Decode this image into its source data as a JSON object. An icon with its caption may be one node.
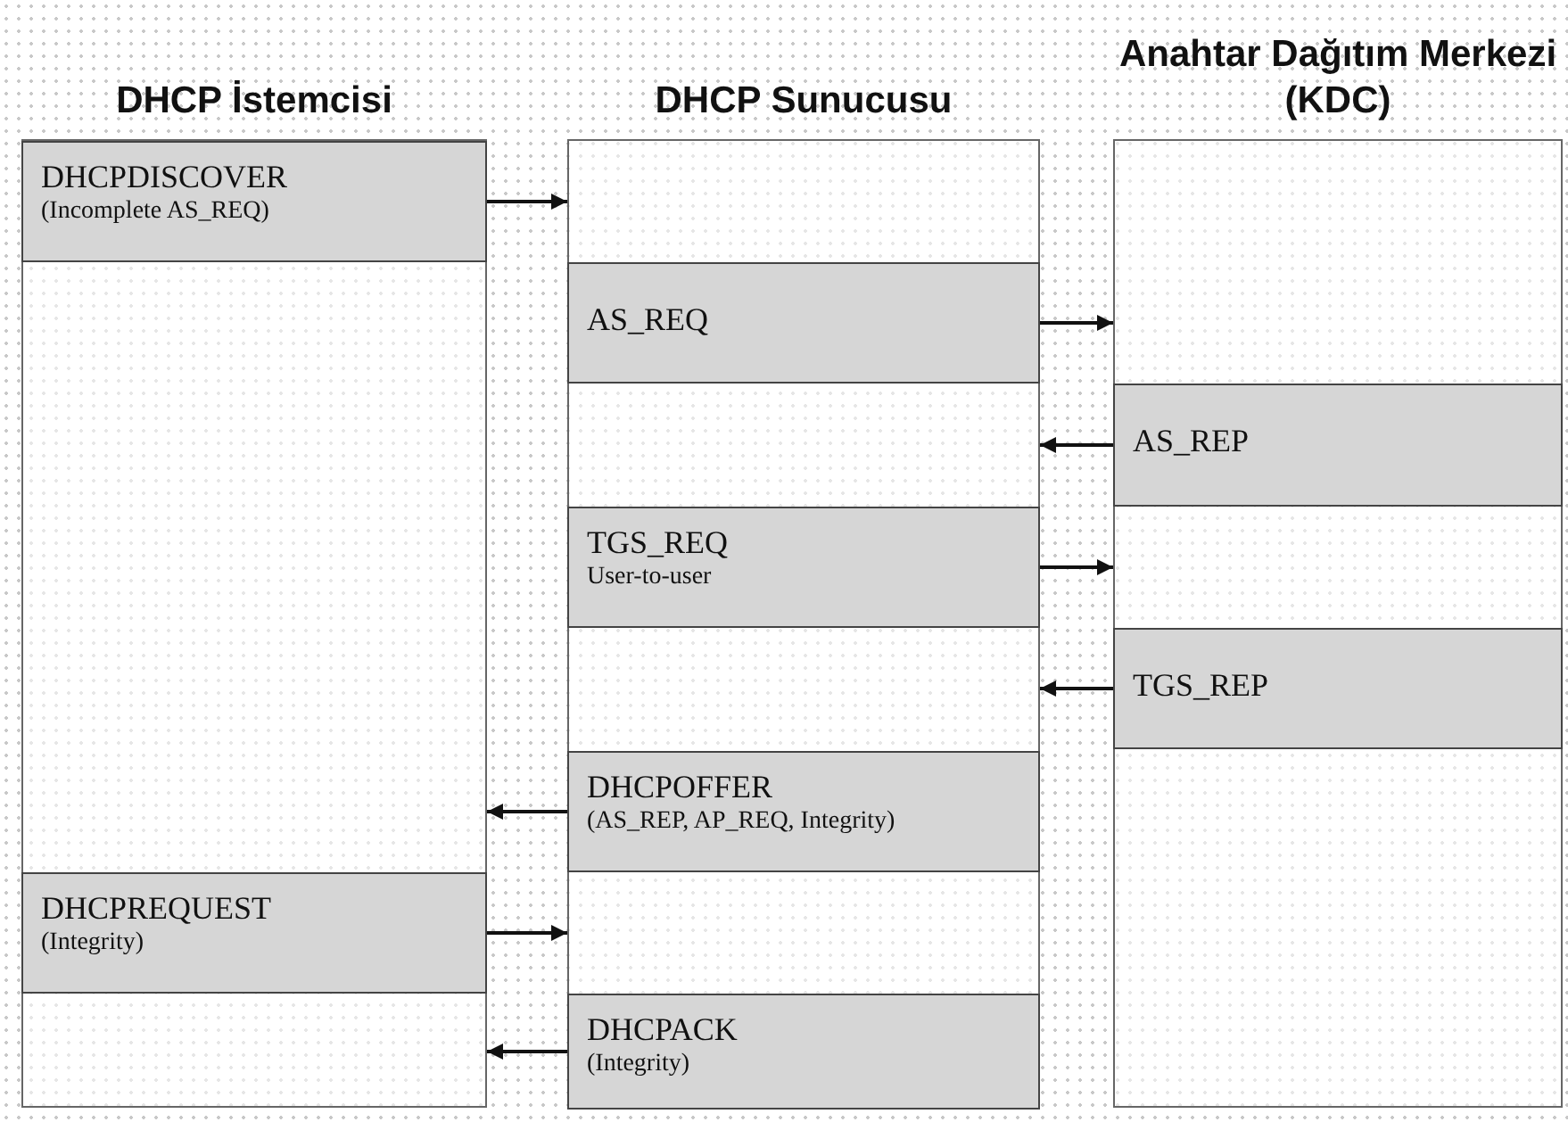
{
  "diagram": {
    "nodes": [
      {
        "text": [
          "DHCP İstemcisi"
        ]
      },
      {
        "text": [
          "DHCP Sunucusu"
        ]
      },
      {
        "text": [
          "Anahtar Dağıtım Merkezi (KDC)"
        ]
      },
      {
        "text": [
          "DHCPDISCOVER",
          "(Incomplete AS_REQ)"
        ],
        "in": 0
      },
      {
        "text": [
          "AS_REQ"
        ],
        "in": 1
      },
      {
        "text": [
          "AS_REP"
        ],
        "in": 2
      },
      {
        "text": [
          "TGS_REQ",
          "User-to-user"
        ],
        "in": 1
      },
      {
        "text": [
          "TGS_REP"
        ],
        "in": 2
      },
      {
        "text": [
          "DHCPOFFER",
          "(AS_REP, AP_REQ, Integrity)"
        ],
        "in": 1
      },
      {
        "text": [
          "DHCPREQUEST",
          "(Integrity)"
        ],
        "in": 0
      },
      {
        "text": [
          "DHCPACK",
          "(Integrity)"
        ],
        "in": 1
      }
    ],
    "edges": [
      {
        "from": 3,
        "to": 1,
        "arrow": "to"
      },
      {
        "from": 4,
        "to": 2,
        "arrow": "to"
      },
      {
        "from": 5,
        "to": 1,
        "arrow": "to"
      },
      {
        "from": 6,
        "to": 2,
        "arrow": "to"
      },
      {
        "from": 7,
        "to": 1,
        "arrow": "to"
      },
      {
        "from": 8,
        "to": 0,
        "arrow": "to"
      },
      {
        "from": 9,
        "to": 1,
        "arrow": "to"
      },
      {
        "from": 10,
        "to": 0,
        "arrow": "to"
      }
    ]
  }
}
